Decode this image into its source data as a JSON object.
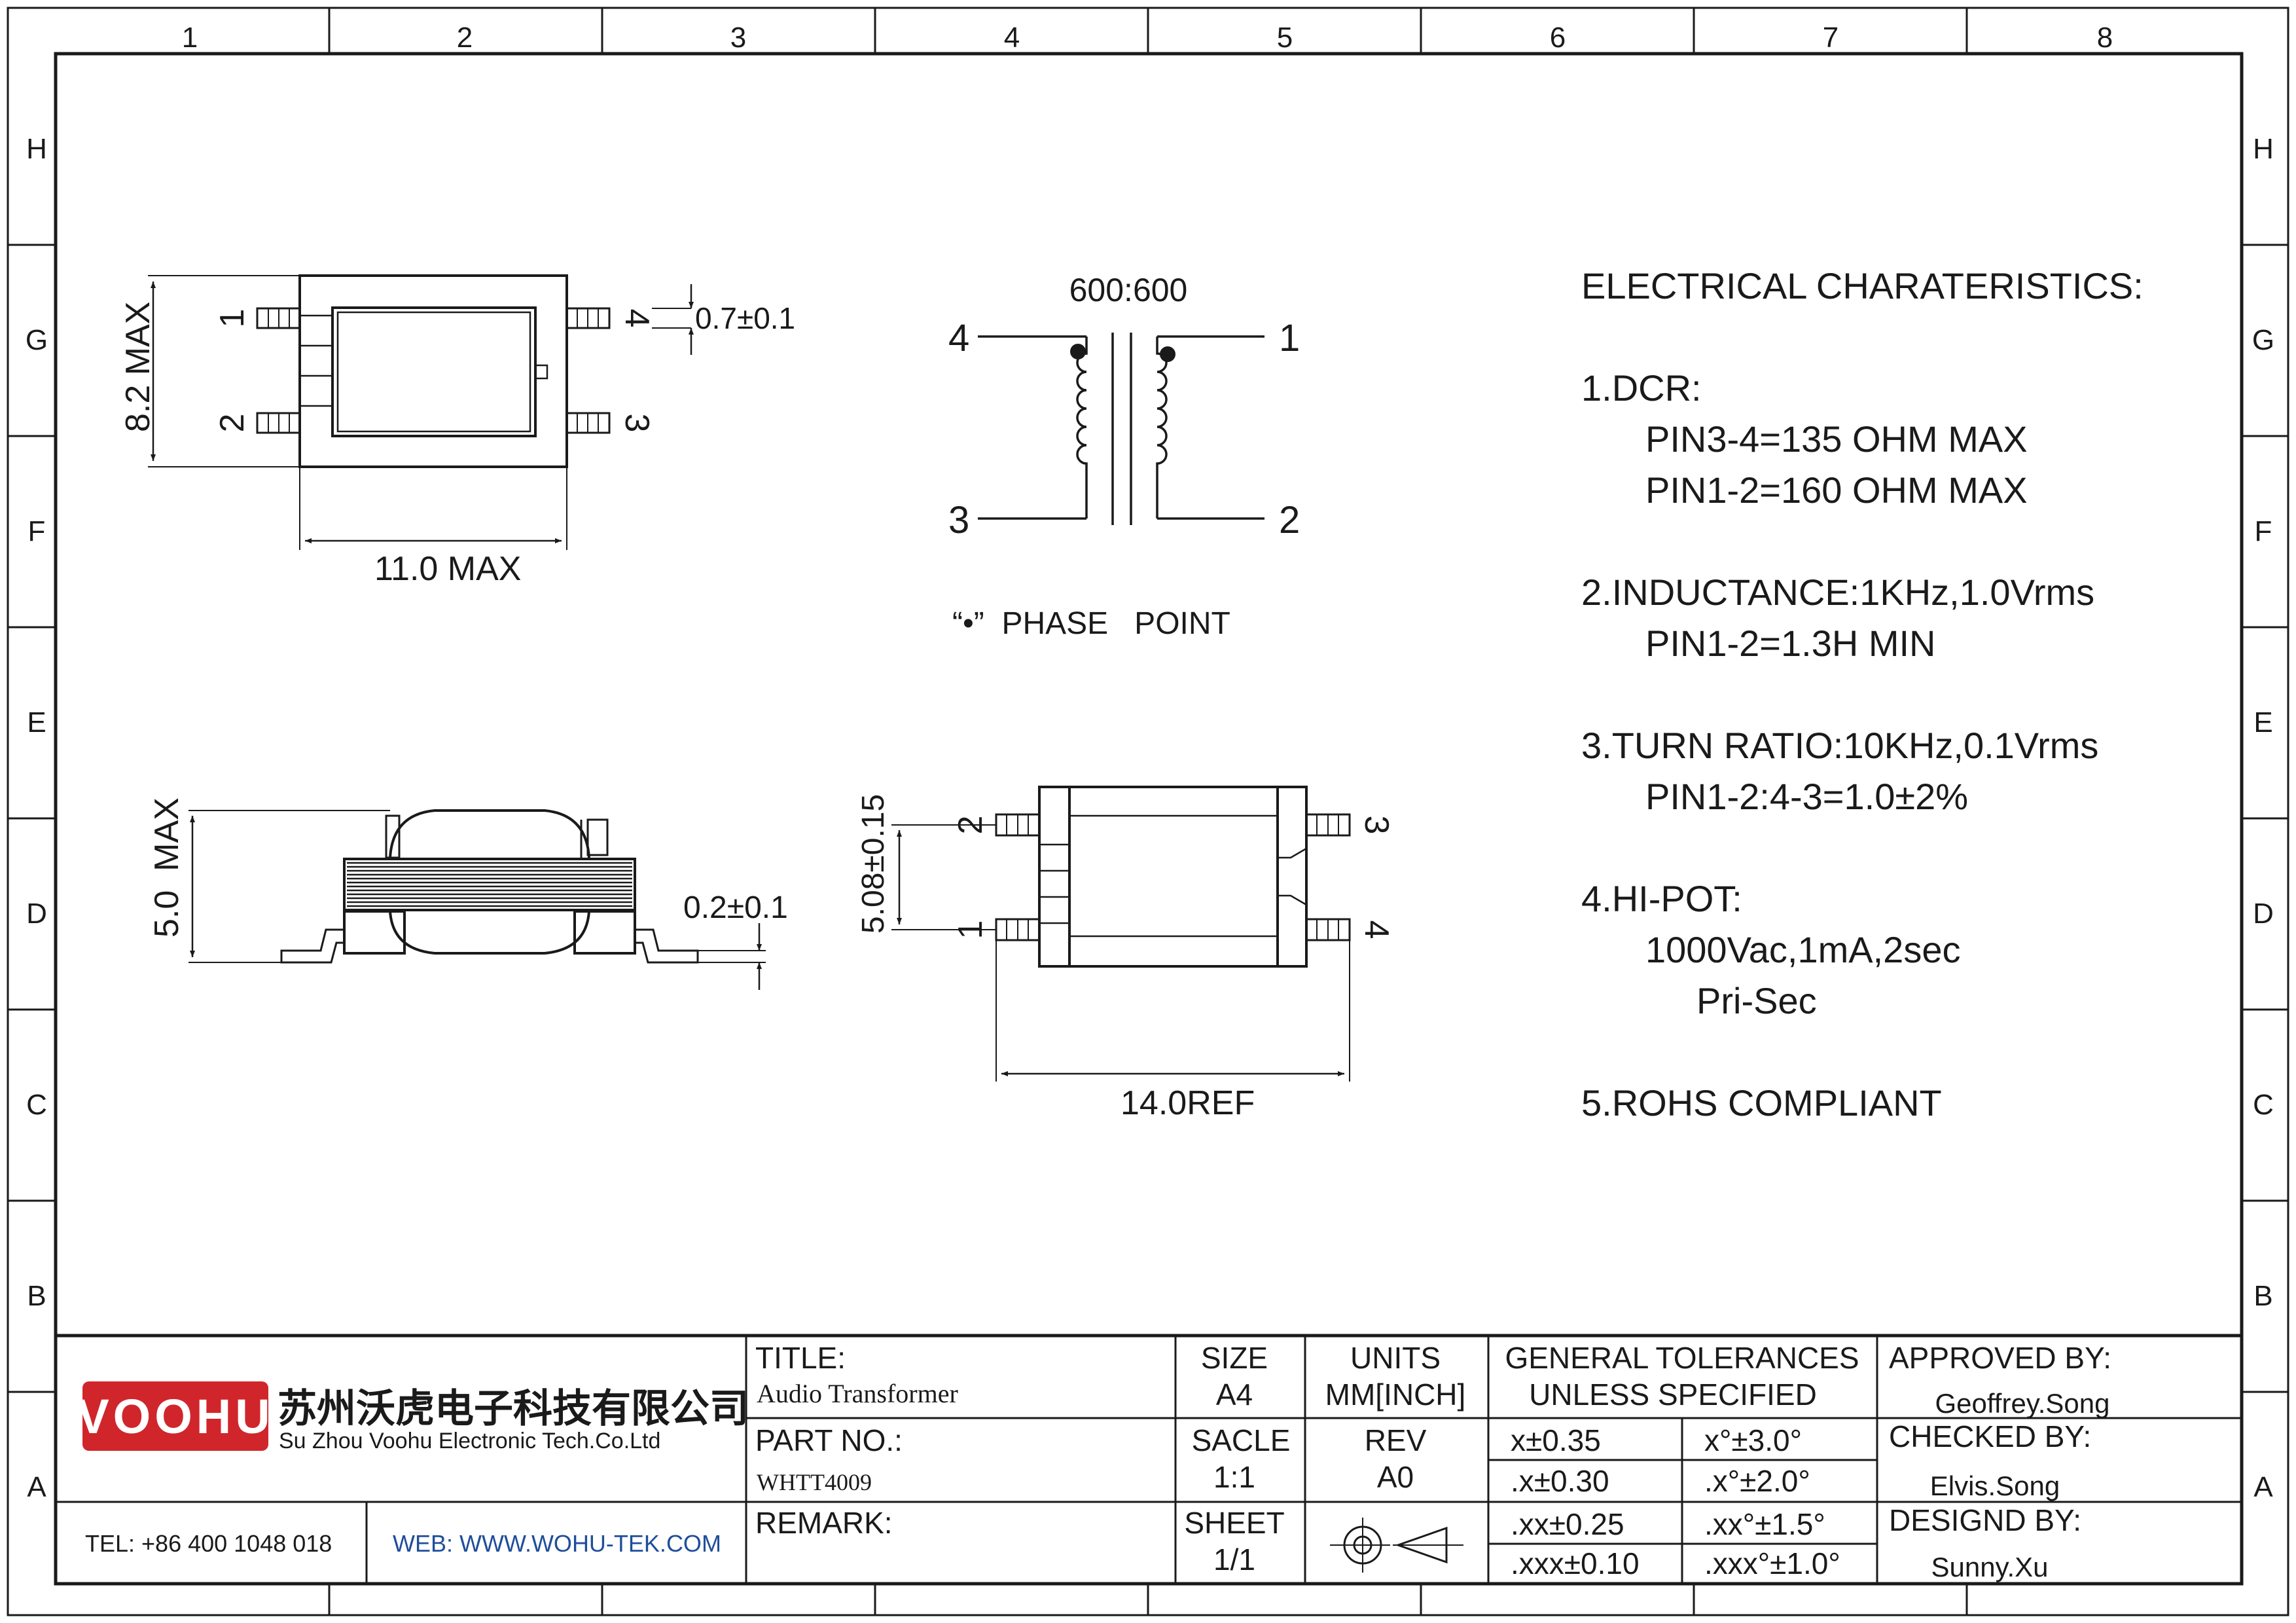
{
  "grid": {
    "columns": [
      "1",
      "2",
      "3",
      "4",
      "5",
      "6",
      "7",
      "8"
    ],
    "rows": [
      "H",
      "G",
      "F",
      "E",
      "D",
      "C",
      "B",
      "A"
    ]
  },
  "top_view": {
    "dim_height": "8.2 MAX",
    "dim_width": "11.0 MAX",
    "dim_pin": "0.7±0.1",
    "pins": [
      "1",
      "2",
      "3",
      "4"
    ]
  },
  "schematic": {
    "ratio": "600:600",
    "pins": [
      "4",
      "1",
      "3",
      "2"
    ],
    "phase_label": "“•”  PHASE   POINT"
  },
  "side_view": {
    "dim_height": "5.0  MAX",
    "dim_lead": "0.2±0.1"
  },
  "bottom_view": {
    "dim_height": "5.08±0.15",
    "dim_width": "14.0REF",
    "pins": [
      "2",
      "3",
      "1",
      "4"
    ]
  },
  "electrical": {
    "heading": "ELECTRICAL CHARATERISTICS:",
    "lines": [
      "1.DCR:",
      "PIN3-4=135 OHM MAX",
      "PIN1-2=160 OHM MAX",
      "2.INDUCTANCE:1KHz,1.0Vrms",
      "PIN1-2=1.3H MIN",
      "3.TURN RATIO:10KHz,0.1Vrms",
      "PIN1-2:4-3=1.0±2%",
      "4.HI-POT:",
      "1000Vac,1mA,2sec",
      "Pri-Sec",
      "5.ROHS COMPLIANT"
    ]
  },
  "title_block": {
    "logo_text": "VOOHU",
    "company_cn": "苏州沃虎电子科技有限公司",
    "company_en": "Su Zhou Voohu Electronic Tech.Co.Ltd",
    "tel": "TEL: +86 400 1048 018",
    "web": "WEB: WWW.WOHU-TEK.COM",
    "title_label": "TITLE:",
    "title_value": "Audio Transformer",
    "part_label": "PART NO.:",
    "part_value": "WHTT4009",
    "remark_label": "REMARK:",
    "size_label": "SIZE",
    "size_value": "A4",
    "units_label": "UNITS",
    "units_value": "MM[INCH]",
    "scale_label": "SACLE",
    "scale_value": "1:1",
    "rev_label": "REV",
    "rev_value": "A0",
    "sheet_label": "SHEET",
    "sheet_value": "1/1",
    "tol_heading_1": "GENERAL TOLERANCES",
    "tol_heading_2": "UNLESS SPECIFIED",
    "tolerances": [
      [
        "x±0.35",
        "x°±3.0°"
      ],
      [
        ".x±0.30",
        ".x°±2.0°"
      ],
      [
        ".xx±0.25",
        ".xx°±1.5°"
      ],
      [
        ".xxx±0.10",
        ".xxx°±1.0°"
      ]
    ],
    "approved_label": "APPROVED BY:",
    "approved_value": "Geoffrey.Song",
    "checked_label": "CHECKED BY:",
    "checked_value": "Elvis.Song",
    "design_label": "DESIGND BY:",
    "design_value": "Sunny.Xu",
    "logo_color": "#d0262b"
  }
}
